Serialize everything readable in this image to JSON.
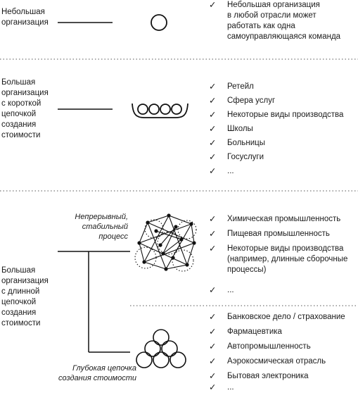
{
  "sections": [
    {
      "label": "Небольшая\nорганизация",
      "items": [
        "Небольшая организация\nв любой отрасли может\nработать как одна\nсамоуправляющаяся команда"
      ]
    },
    {
      "label": "Большая\nорганизация\nс короткой\nцепочкой\nсоздания\nстоимости",
      "items": [
        "Ретейл",
        "Сфера услуг",
        "Некоторые виды производства",
        "Школы",
        "Больницы",
        "Госуслуги",
        "..."
      ]
    },
    {
      "label": "Большая\nорганизация\nс длинной\nцепочкой\nсоздания\nстоимости",
      "subsections": [
        {
          "caption": "Непрерывный,\nстабильный\nпроцесс",
          "items": [
            "Химическая промышленность",
            "Пищевая промышленность",
            "Некоторые виды производства\n(например, длинные сборочные\nпроцессы)",
            "..."
          ]
        },
        {
          "caption": "Глубокая цепочка\nсоздания стоимости",
          "items": [
            "Банковское дело / страхование",
            "Фармацевтика",
            "Автопромышленность",
            "Аэрокосмическая отрасль",
            "Бытовая электроника",
            "..."
          ]
        }
      ]
    }
  ],
  "check_mark": "✓"
}
